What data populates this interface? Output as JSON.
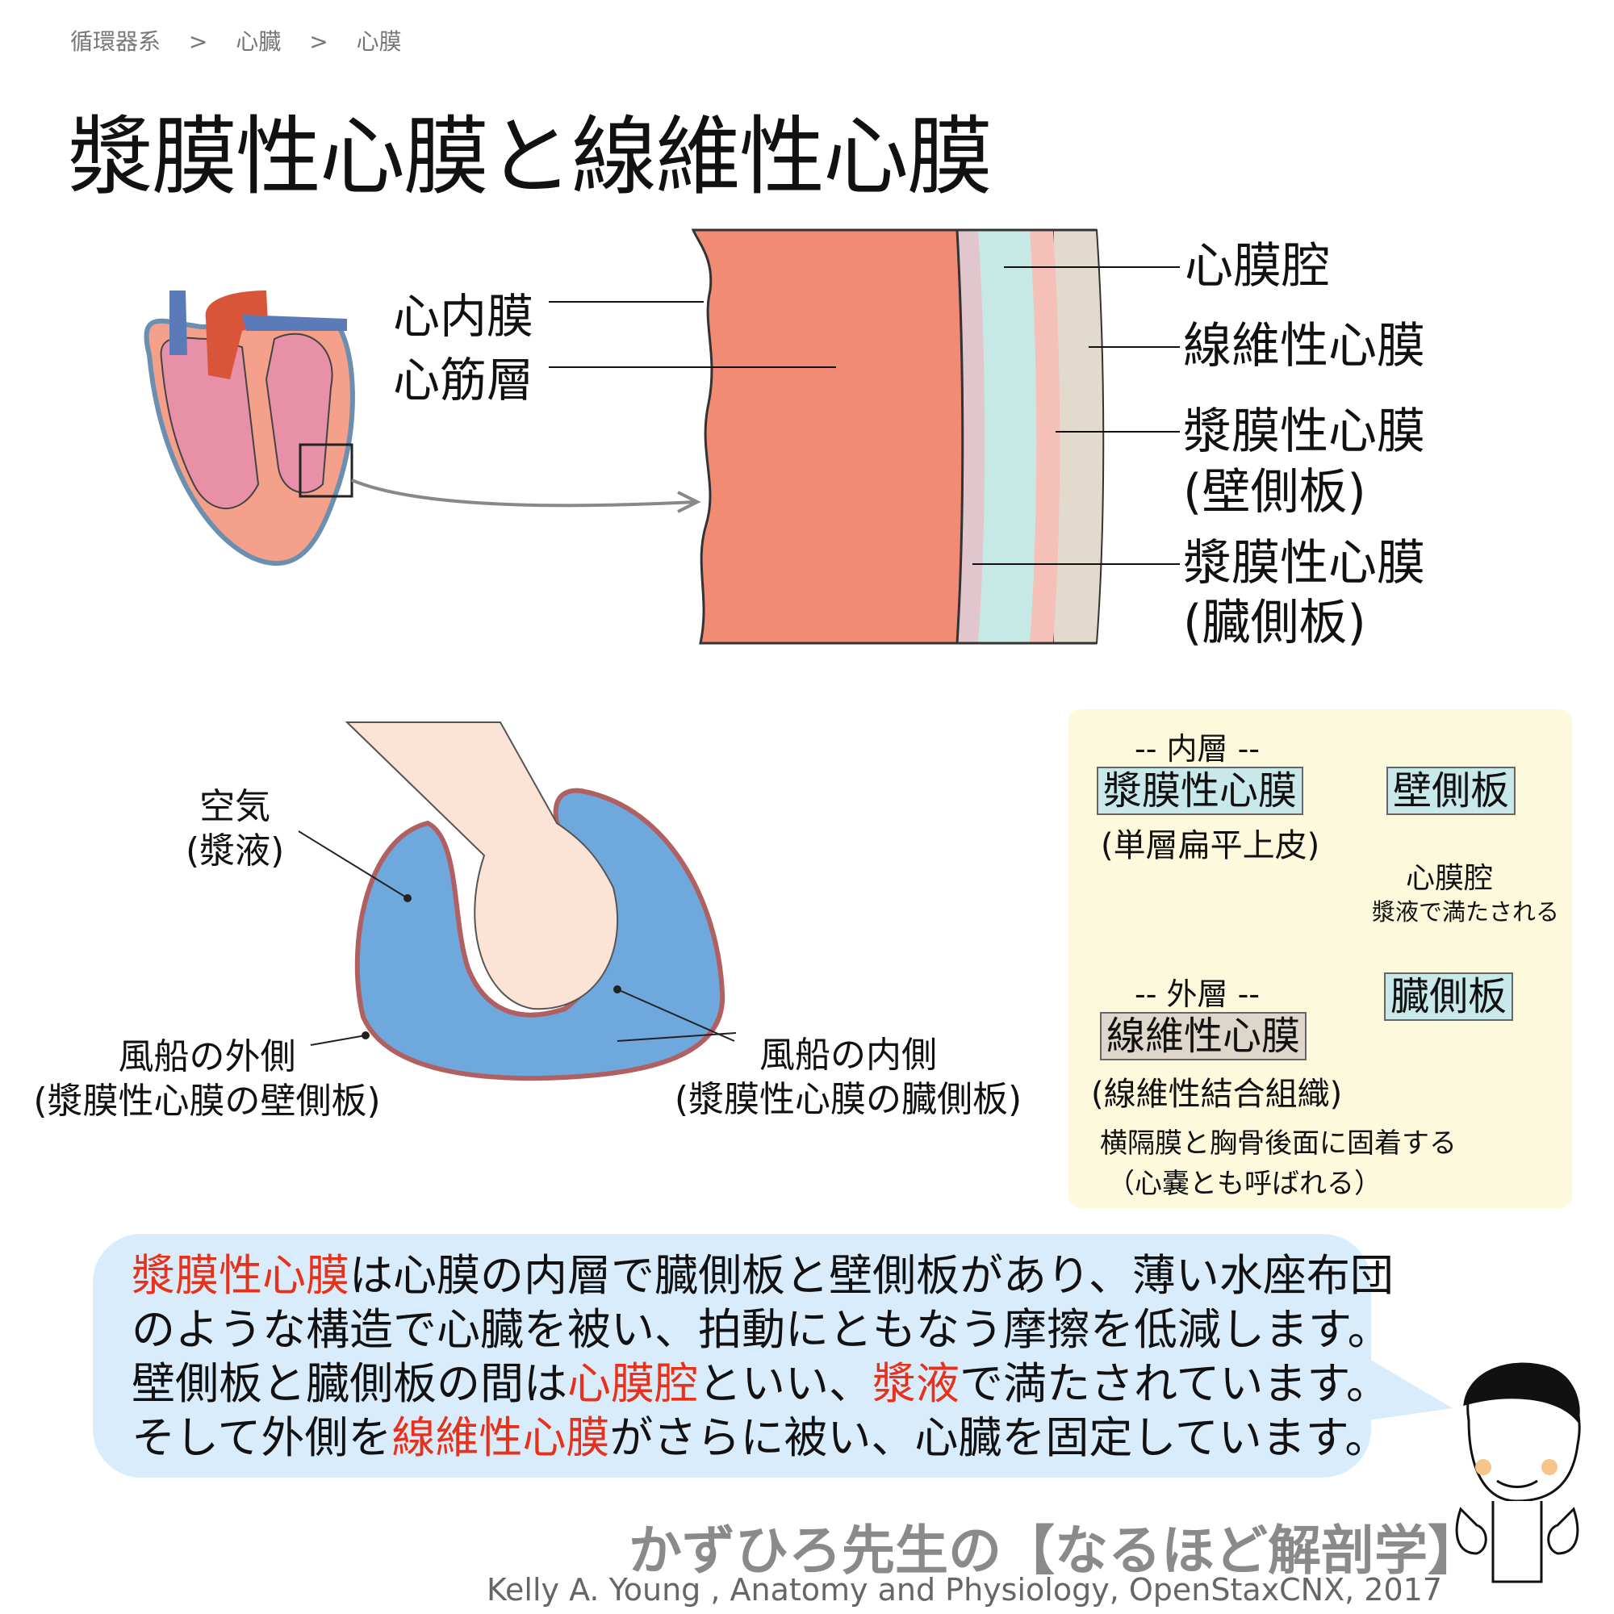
{
  "breadcrumb": [
    "循環器系",
    ">",
    "心臓",
    ">",
    "心膜"
  ],
  "title": "漿膜性心膜と線維性心膜",
  "layer_diagram": {
    "left_labels": [
      "心内膜",
      "心筋層"
    ],
    "right_labels": {
      "cavity": "心膜腔",
      "fibrous": "線維性心膜",
      "parietal": "漿膜性心膜",
      "parietal_sub": "(壁側板)",
      "visceral": "漿膜性心膜",
      "visceral_sub": "(臓側板)"
    }
  },
  "balloon": {
    "air": "空気",
    "air_sub": "(漿液)",
    "outer": "風船の外側",
    "outer_sub": "(漿膜性心膜の壁側板)",
    "inner": "風船の内側",
    "inner_sub": "(漿膜性心膜の臓側板)"
  },
  "info": {
    "inner_header": "-- 内層 --",
    "serous": "漿膜性心膜",
    "serous_sub": "(単層扁平上皮)",
    "parietal": "壁側板",
    "cavity": "心膜腔",
    "cavity_sub": "漿液で満たされる",
    "visceral": "臓側板",
    "outer_header": "-- 外層 --",
    "fibrous": "線維性心膜",
    "fibrous_sub": "(線維性結合組織)",
    "note1": "横隔膜と胸骨後面に固着する",
    "note2": "（心嚢とも呼ばれる）"
  },
  "explanation": {
    "l1": [
      "漿膜性心膜",
      "は心膜の内層で臓側板と壁側板があり、薄い水座布団"
    ],
    "l2": "のような構造で心臓を被い、拍動にともなう摩擦を低減します。",
    "l3": [
      "壁側板と臓側板の間は",
      "心膜腔",
      "といい、",
      "漿液",
      "で満たされています。"
    ],
    "l4": [
      "そして外側を",
      "線維性心膜",
      "がさらに被い、心臓を固定しています。"
    ]
  },
  "footer": {
    "brand": "かずひろ先生の【なるほど解剖学】",
    "citation": "Kelly A. Young , Anatomy and Physiology, OpenStaxCNX, 2017"
  },
  "colors": {
    "accent": "#e8311a",
    "bubble": "#d8ecfb",
    "info_bg": "#fcf9dd",
    "myocardium": "#f28b74",
    "balloon": "#6fa8dc"
  }
}
